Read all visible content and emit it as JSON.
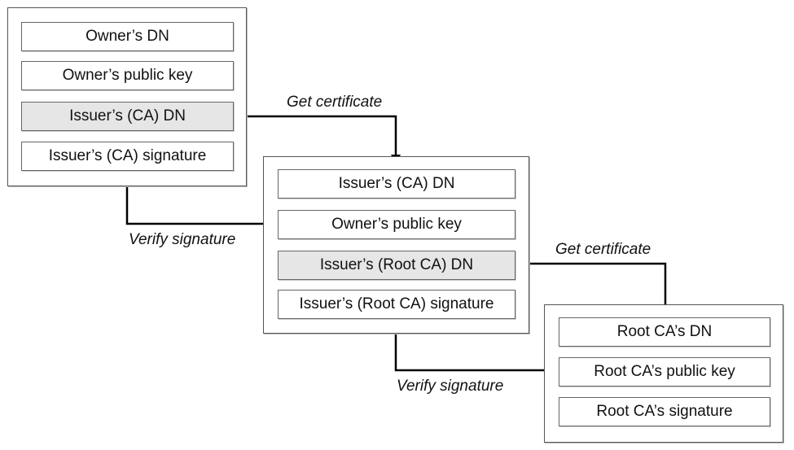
{
  "owner_certificate": {
    "fields": [
      "Owner’s DN",
      "Owner’s public key",
      "Issuer’s (CA) DN",
      "Issuer’s (CA) signature"
    ]
  },
  "ca_certificate": {
    "fields": [
      "Issuer’s (CA) DN",
      "Owner’s public key",
      "Issuer’s (Root CA) DN",
      "Issuer’s (Root CA) signature"
    ]
  },
  "root_certificate": {
    "fields": [
      "Root CA’s DN",
      "Root CA’s public key",
      "Root CA’s signature"
    ]
  },
  "labels": {
    "get_certificate_1": "Get certificate",
    "verify_signature_1": "Verify signature",
    "get_certificate_2": "Get certificate",
    "verify_signature_2": "Verify signature"
  }
}
